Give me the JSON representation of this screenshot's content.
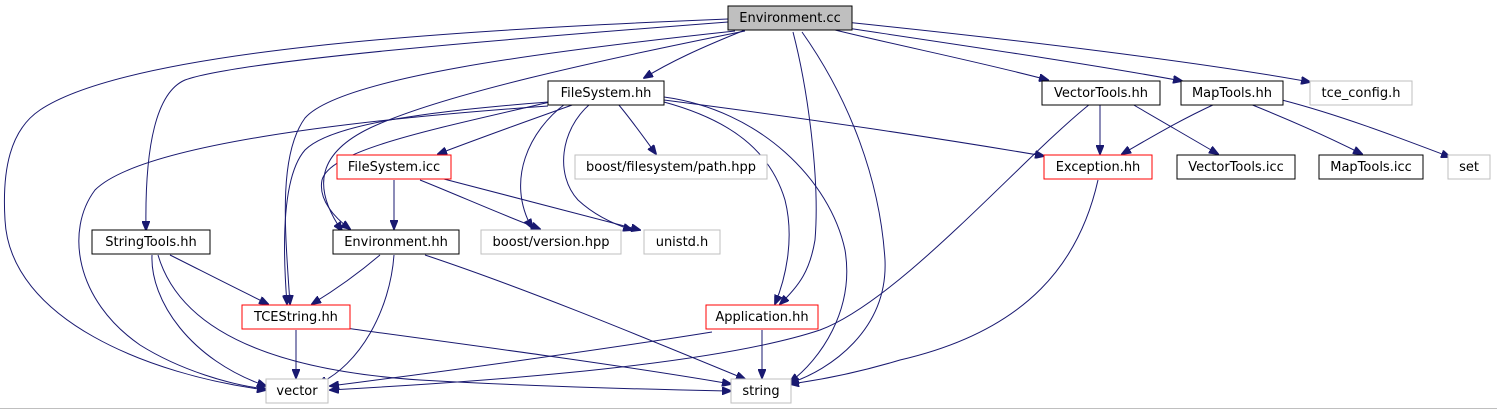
{
  "colors": {
    "edge": "#191970",
    "focus_fill": "#bfbfbf",
    "border_documented": "#000000",
    "border_with_more": "#ff0000",
    "border_external": "#bfbfbf"
  },
  "nodes": {
    "environment_cc": "Environment.cc",
    "filesystem_hh": "FileSystem.hh",
    "vectortools_hh": "VectorTools.hh",
    "maptools_hh": "MapTools.hh",
    "tce_config_h": "tce_config.h",
    "filesystem_icc": "FileSystem.icc",
    "boost_filesystem_path_hpp": "boost/filesystem/path.hpp",
    "exception_hh": "Exception.hh",
    "vectortools_icc": "VectorTools.icc",
    "maptools_icc": "MapTools.icc",
    "set": "set",
    "stringtools_hh": "StringTools.hh",
    "environment_hh": "Environment.hh",
    "boost_version_hpp": "boost/version.hpp",
    "unistd_h": "unistd.h",
    "tcestring_hh": "TCEString.hh",
    "application_hh": "Application.hh",
    "vector": "vector",
    "string": "string"
  }
}
